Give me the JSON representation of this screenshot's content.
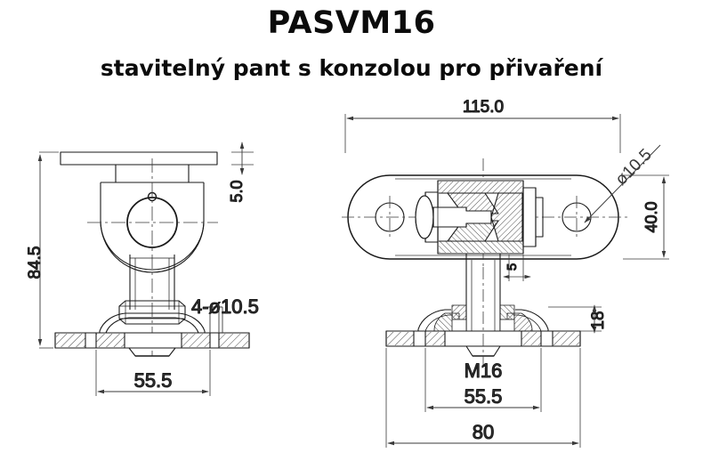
{
  "page": {
    "title": "PASVM16",
    "subtitle": "stavitelný pant s konzolou pro přivaření",
    "background_color": "#ffffff",
    "line_color": "#1a1a1a",
    "dimension_color": "#3a3a3a"
  },
  "views": {
    "left": {
      "name": "front-elevation-view",
      "dimensions": {
        "overall_height": "84.5",
        "top_plate_thickness": "5.0",
        "bolt_spacing": "55.5",
        "hole_callout": "4-ø10.5"
      }
    },
    "right": {
      "name": "plan-and-section-view",
      "dimensions": {
        "overall_length": "115.0",
        "overall_width": "40.0",
        "hole_diameter": "ø10.5",
        "thread_callout": "M16",
        "base_plate_thickness": "18",
        "pin_detail": "5",
        "bolt_spacing": "55.5",
        "base_width": "80"
      }
    }
  },
  "labels": {
    "d_115": "115.0",
    "d_40": "40.0",
    "d_hole_top": "ø10.5",
    "d_845": "84.5",
    "d_50": "5.0",
    "d_4hole": "4-ø10.5",
    "d_555_left": "55.5",
    "d_m16": "M16",
    "d_18": "18",
    "d_5": "5",
    "d_555_right": "55.5",
    "d_80": "80"
  }
}
